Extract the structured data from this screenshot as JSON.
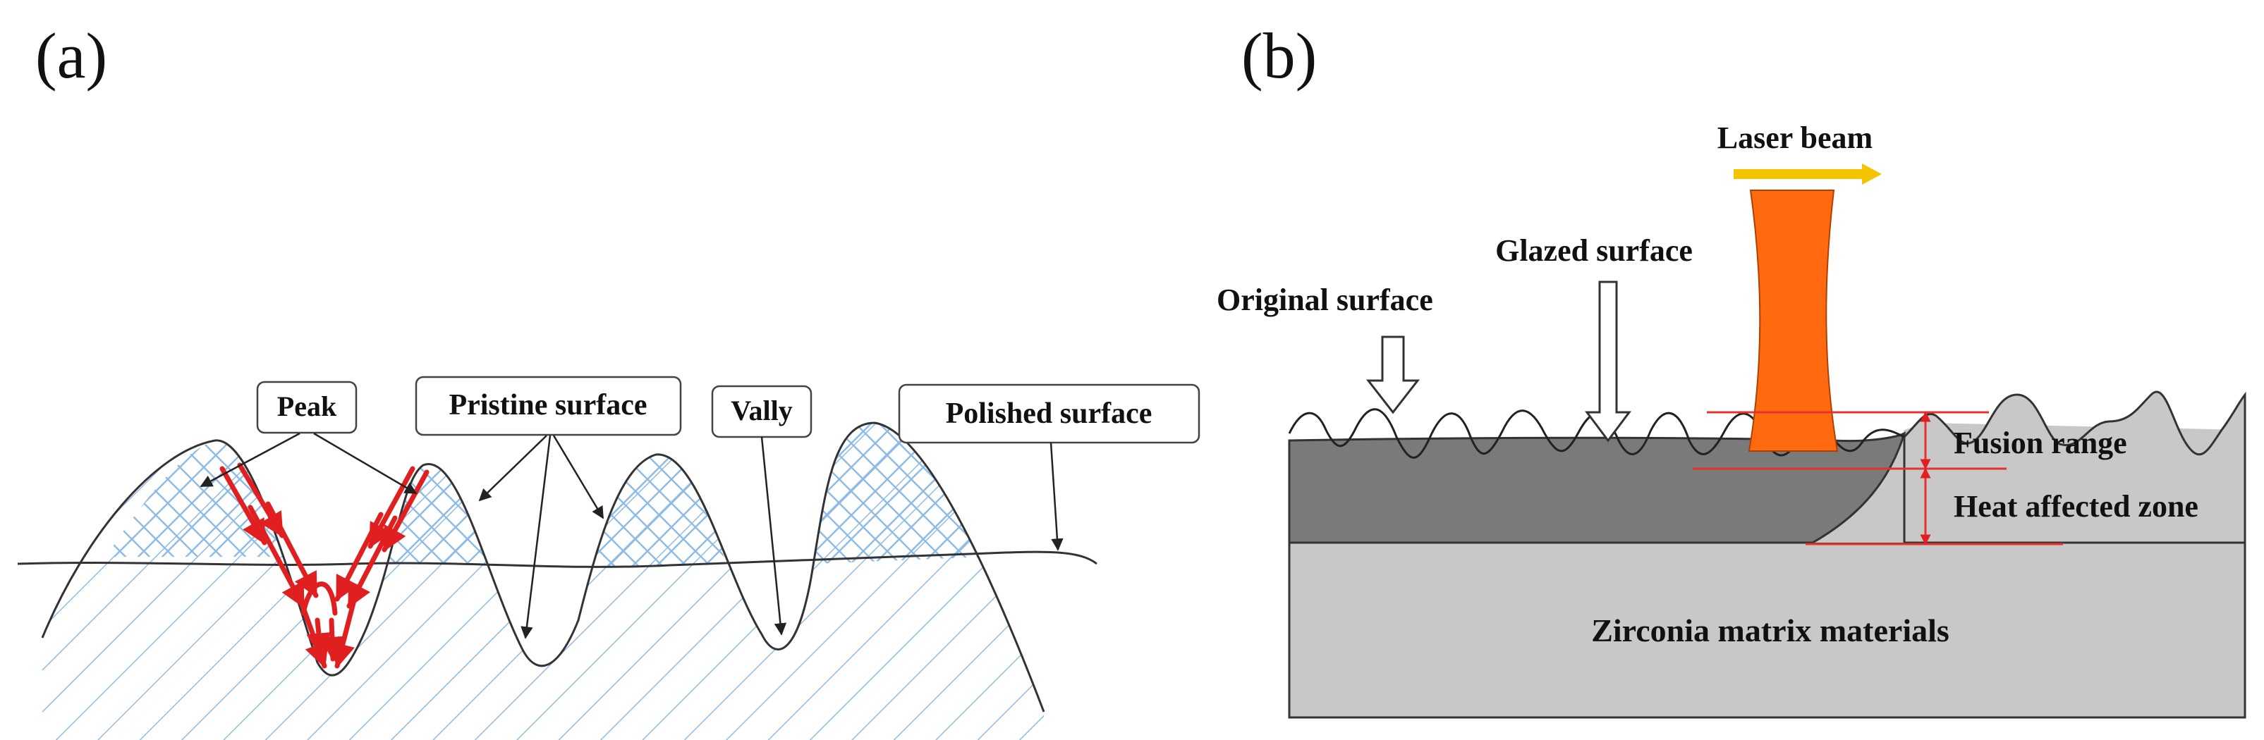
{
  "panel_a": {
    "panel_label": "(a)",
    "labels": {
      "peak": "Peak",
      "pristine": "Pristine surface",
      "vally": "Vally",
      "polished": "Polished surface"
    }
  },
  "panel_b": {
    "panel_label": "(b)",
    "labels": {
      "laser": "Laser beam",
      "glazed": "Glazed surface",
      "original": "Original surface",
      "fusion": "Fusion range",
      "haz": "Heat affected zone",
      "zirconia": "Zirconia matrix materials"
    }
  },
  "colors": {
    "hatch": "#8fbce6",
    "arrows": "#e02020",
    "laser_fill": "#ff6a10",
    "laser_bar": "#f5c400",
    "glazed_layer": "#7a7a7a",
    "matrix": "#c8c8c8",
    "guide_lines": "#e83030"
  }
}
